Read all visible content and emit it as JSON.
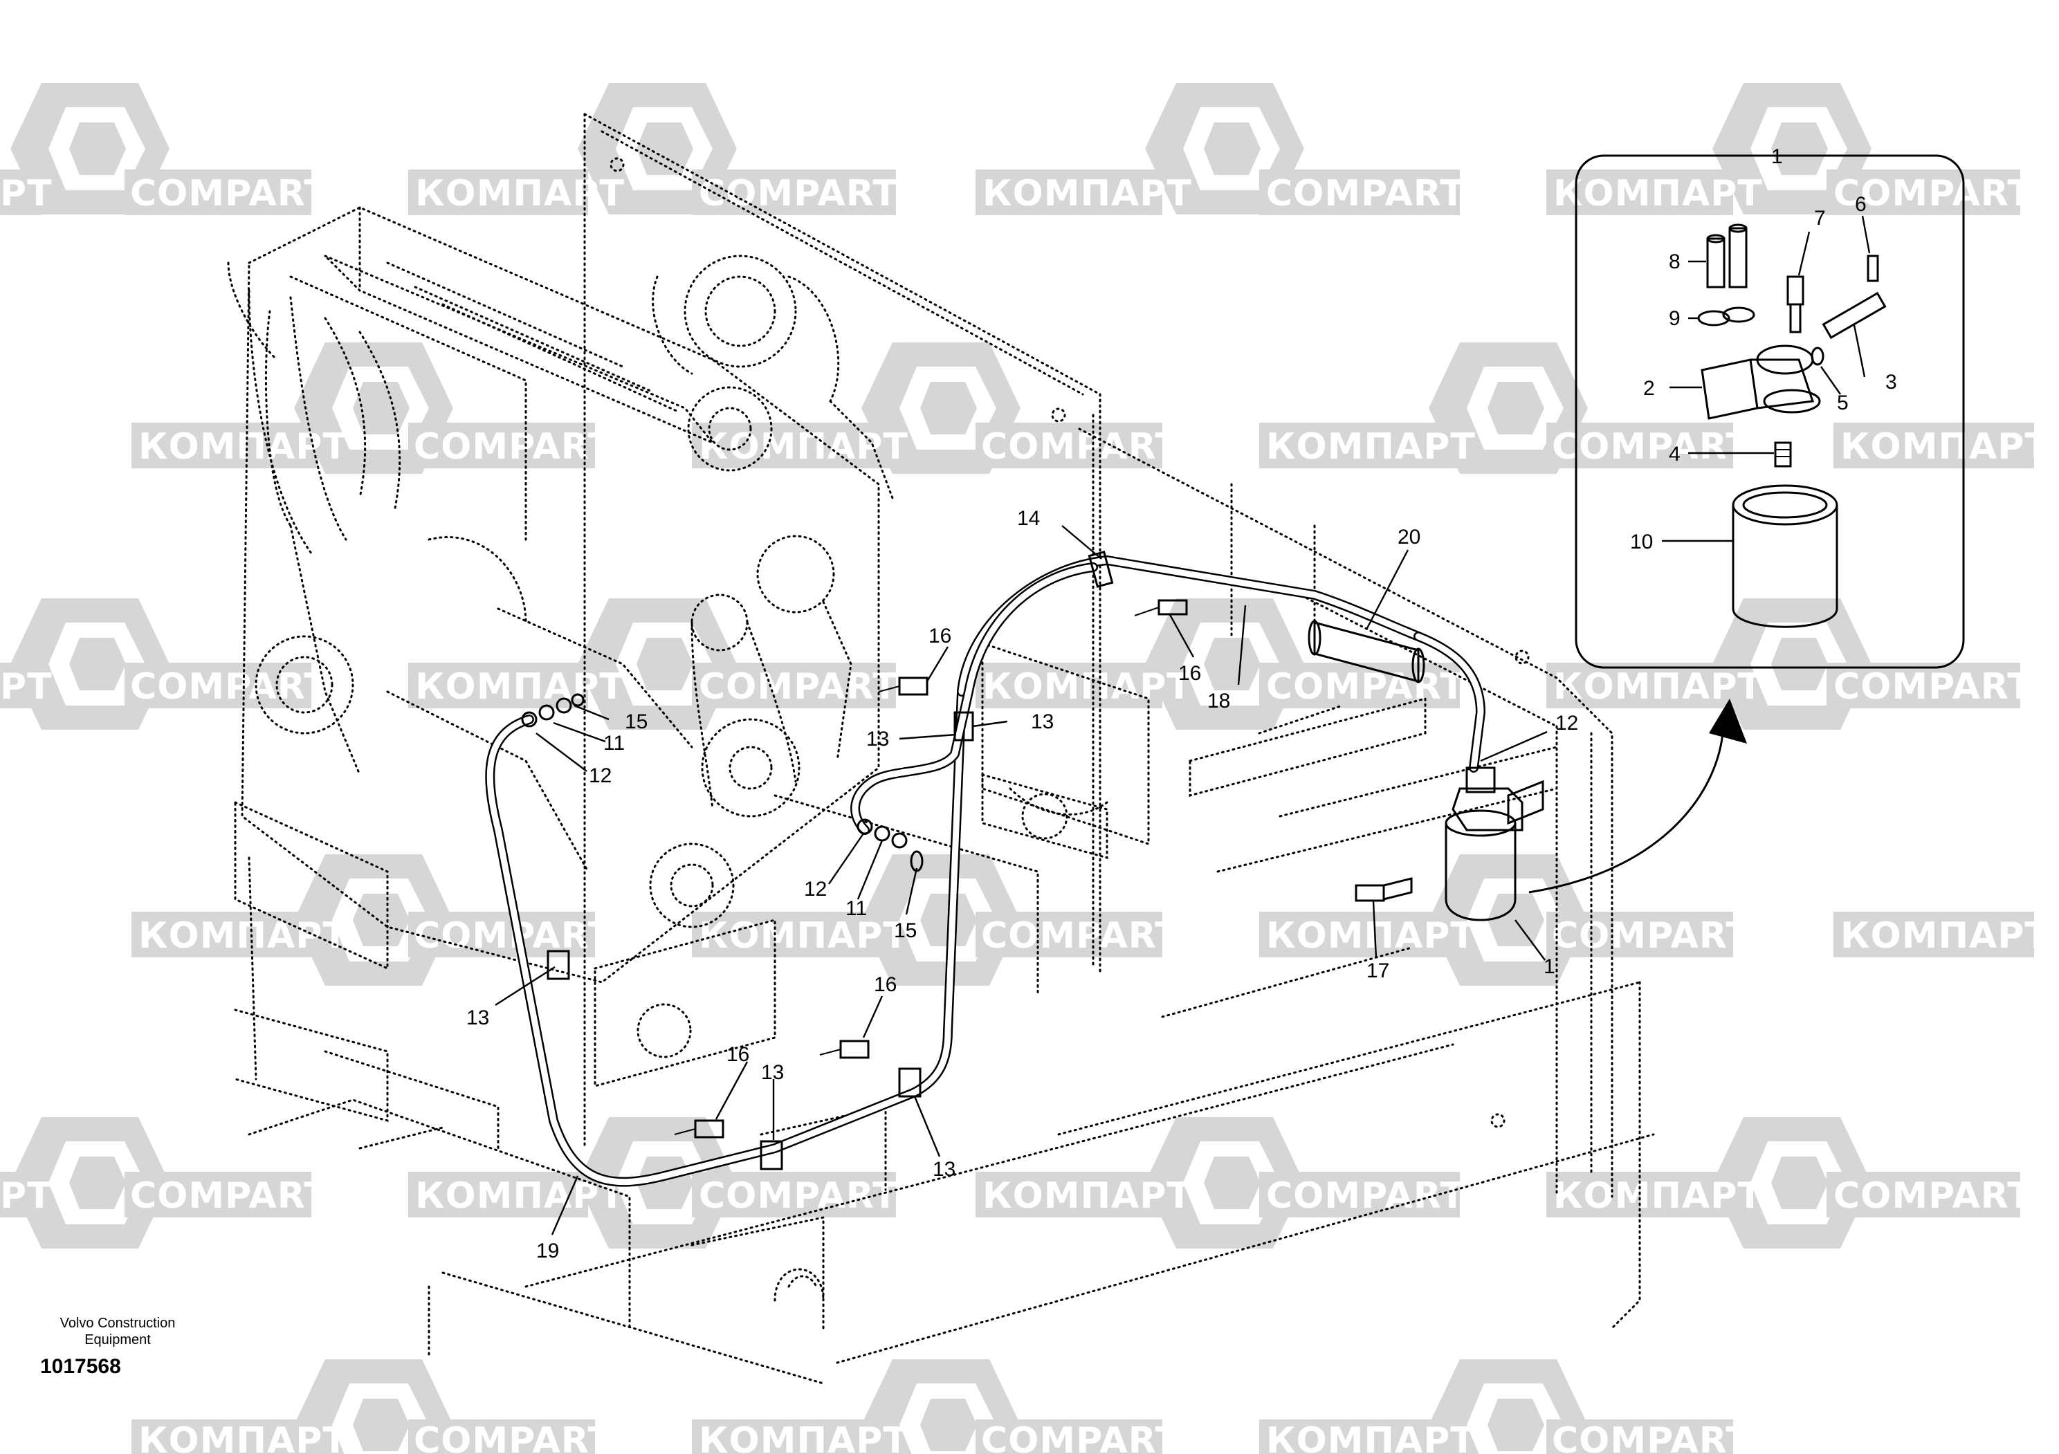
{
  "watermarks": {
    "latin": "COMPART",
    "cyrillic": "КОМПАРТ",
    "partial_latin": "PT"
  },
  "callouts": {
    "c1_inset": "1",
    "c1_main": "1",
    "c2": "2",
    "c3": "3",
    "c4": "4",
    "c5": "5",
    "c6": "6",
    "c7": "7",
    "c8": "8",
    "c9": "9",
    "c10": "10",
    "c11_a": "11",
    "c11_b": "11",
    "c12_a": "12",
    "c12_b": "12",
    "c12_c": "12",
    "c13_a": "13",
    "c13_b": "13",
    "c13_c": "13",
    "c13_d": "13",
    "c13_e": "13",
    "c14": "14",
    "c15_a": "15",
    "c15_b": "15",
    "c16_a": "16",
    "c16_b": "16",
    "c16_c": "16",
    "c16_d": "16",
    "c17": "17",
    "c18": "18",
    "c19": "19",
    "c20": "20"
  },
  "footer": {
    "manufacturer": "Volvo Construction Equipment",
    "drawing_number": "1017568"
  },
  "colors": {
    "line": "#000000",
    "watermark": "#d6d6d6",
    "background": "#ffffff"
  }
}
